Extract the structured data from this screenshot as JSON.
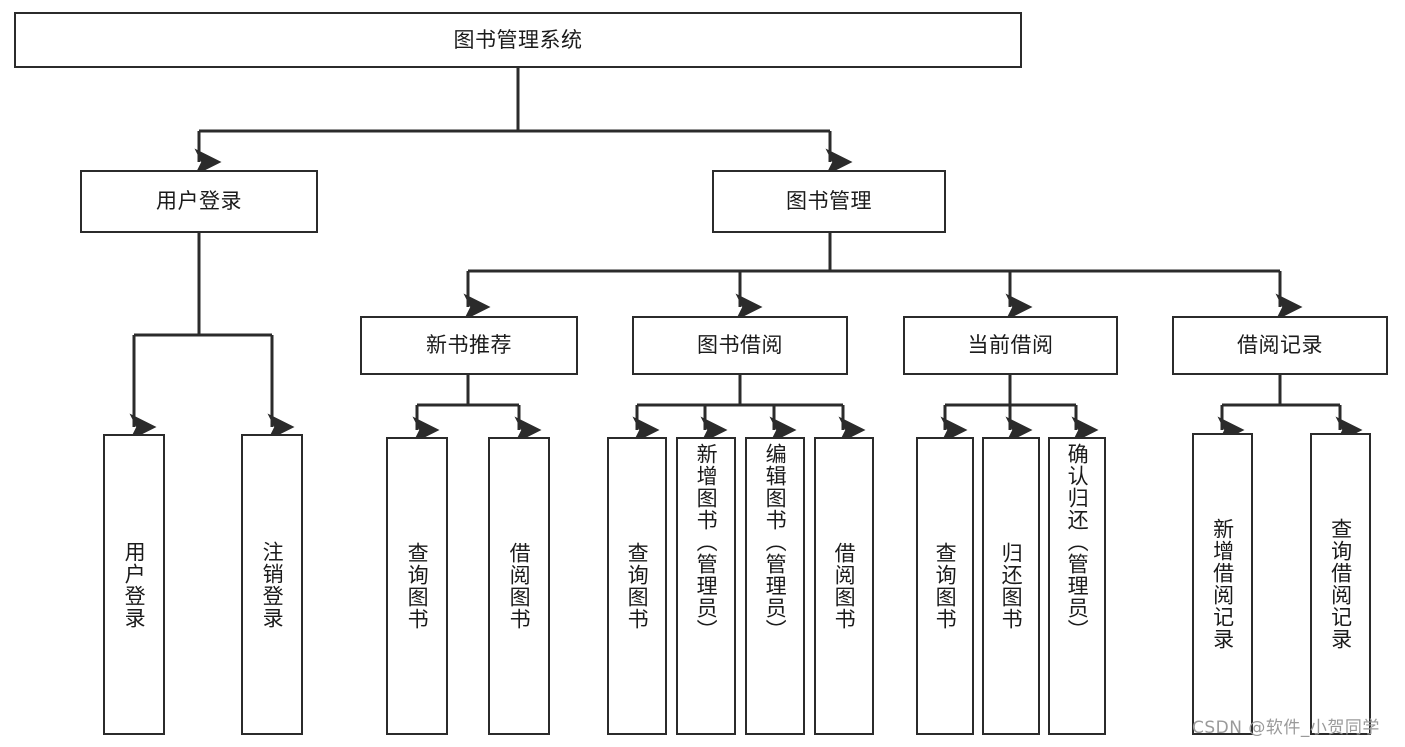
{
  "diagram": {
    "title": "图书管理系统",
    "watermark": "CSDN @软件_小贺同学",
    "colors": {
      "stroke": "#2b2b2b",
      "fill": "#ffffff",
      "text": "#1b1b1b",
      "watermark": "#9a9a9a"
    },
    "nodes": {
      "root": "图书管理系统",
      "user_login": "用户登录",
      "book_manage": "图书管理",
      "new_book_rec": "新书推荐",
      "book_borrow": "图书借阅",
      "current_borrow": "当前借阅",
      "borrow_record": "借阅记录",
      "leaf_user_login": "用户登录",
      "leaf_logout": "注销登录",
      "leaf_query_book_1": "查询图书",
      "leaf_borrow_book_1": "借阅图书",
      "leaf_query_book_2": "查询图书",
      "leaf_add_book": "新增图书（管理员）",
      "leaf_edit_book": "编辑图书（管理员）",
      "leaf_borrow_book_2": "借阅图书",
      "leaf_query_book_3": "查询图书",
      "leaf_return_book": "归还图书",
      "leaf_confirm_return": "确认归还（管理员）",
      "leaf_add_record": "新增借阅记录",
      "leaf_query_record": "查询借阅记录"
    }
  }
}
